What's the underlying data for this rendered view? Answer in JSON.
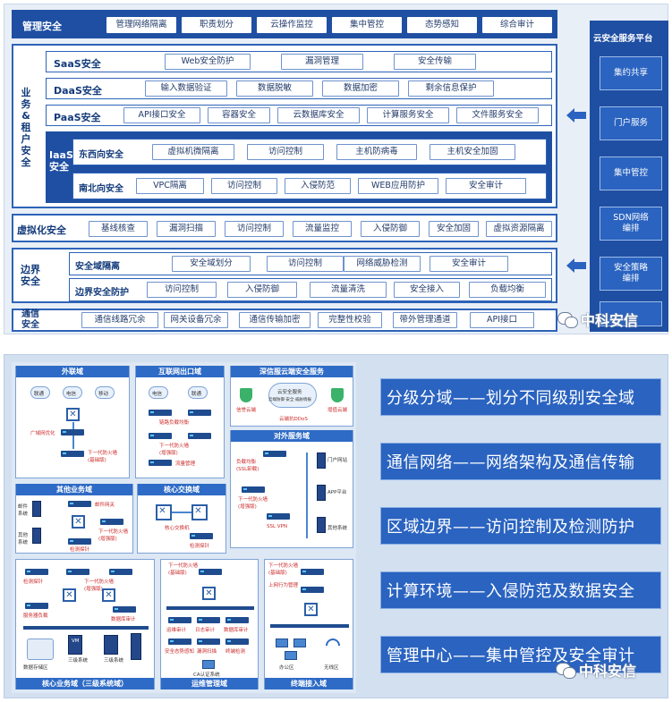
{
  "panel1": {
    "management": {
      "label": "管理安全",
      "items": [
        "管理网络隔离",
        "职责划分",
        "云操作监控",
        "集中管控",
        "态势感知",
        "综合审计"
      ]
    },
    "business": {
      "label": "业\n务\n&\n租\n户\n安\n全",
      "saas": {
        "label": "SaaS安全",
        "items": [
          "Web安全防护",
          "漏洞管理",
          "安全传输"
        ]
      },
      "daas": {
        "label": "DaaS安全",
        "items": [
          "输入数据验证",
          "数据脱敏",
          "数据加密",
          "剩余信息保护"
        ]
      },
      "paas": {
        "label": "PaaS安全",
        "items": [
          "API接口安全",
          "容器安全",
          "云数据库安全",
          "计算服务安全",
          "文件服务安全"
        ]
      },
      "iaas": {
        "label": "IaaS\n安全",
        "east_west": {
          "label": "东西向安全",
          "items": [
            "虚拟机微隔离",
            "访问控制",
            "主机防病毒",
            "主机安全加固"
          ]
        },
        "north_south": {
          "label": "南北向安全",
          "items": [
            "VPC隔离",
            "访问控制",
            "入侵防范",
            "WEB应用防护",
            "安全审计"
          ]
        }
      }
    },
    "virtualization": {
      "label": "虚拟化安全",
      "items": [
        "基线核查",
        "漏洞扫描",
        "访问控制",
        "流量监控",
        "入侵防御",
        "安全加固",
        "虚拟资源隔离"
      ]
    },
    "boundary": {
      "label": "边界\n安全",
      "isolation": {
        "label": "安全域隔离",
        "items": [
          "安全域划分",
          "访问控制",
          "网络威胁检测",
          "安全审计"
        ]
      },
      "protection": {
        "label": "边界安全防护",
        "items": [
          "访问控制",
          "入侵防御",
          "流量清洗",
          "安全接入",
          "负载均衡"
        ]
      }
    },
    "communication": {
      "label": "通信\n安全",
      "items": [
        "通信线路冗余",
        "网关设备冗余",
        "通信传输加密",
        "完整性校验",
        "带外管理通道",
        "API接口"
      ]
    },
    "platform": {
      "title": "云安全服务平台",
      "items": [
        "集约共享",
        "门户服务",
        "集中管控",
        "SDN网络\n编排",
        "安全策略\n编排"
      ]
    }
  },
  "panel2": {
    "zones": {
      "extranet": "外联域",
      "internet_exit": "互联网出口域",
      "trusted_cloud": "深信服云端安全服务",
      "external_service": "对外服务域",
      "other_business": "其他业务域",
      "core_exchange": "核心交换域",
      "core_business": "核心业务域（三级系统域）",
      "ops_management": "运维管理域",
      "terminal_access": "终端接入域"
    },
    "device_labels": {
      "ext_clouds": [
        "联通",
        "电信",
        "移动"
      ],
      "inet_clouds": [
        "电信",
        "联通"
      ],
      "cloud_center": "云安全服务",
      "cloud_sub": "云端防御·安全·威胁情报",
      "cloud_left": "信誉云端",
      "cloud_right": "增值云端",
      "cloud_ddos": "云端抗DDoS",
      "ext_wan": "广域网优化",
      "ext_fw": "下一代防火墙\n(基础版)",
      "inet_lb": "链路负载均衡",
      "inet_fw": "下一代防火墙\n(增强版)",
      "inet_flow": "流量管理",
      "svc_lb": "负载均衡\n(SSL卸载)",
      "svc_fw": "下一代防火墙\n(增强版)",
      "svc_vpn": "SSL VPN",
      "svc_portal": "门户网站",
      "svc_app": "APP平台",
      "svc_other": "其他系统",
      "ob_mail": "邮件\n系统",
      "ob_other": "其他\n系统",
      "ob_gw": "邮件网关",
      "ob_fw": "下一代防火墙\n(增强版)",
      "ob_detect": "检测探针",
      "core_switch": "核心交换机",
      "core_detect": "检测探针",
      "cb_detect": "检测探针",
      "cb_fw": "下一代防火墙\n(增强版)",
      "cb_balance": "服务器负载",
      "cb_audit": "数据库审计",
      "cb_vm": "VM",
      "cb_sys": "三级系统",
      "cb_storage": "数据存储区",
      "ops_fw": "下一代防火墙\n(基础版)",
      "ops_devices": [
        "运维审计",
        "日志审计",
        "数据库审计",
        "安全态势感知",
        "漏洞扫描",
        "终端检测"
      ],
      "ops_ca": "CA认证系统",
      "ta_fw": "下一代防火墙\n(基础版)",
      "ta_behavior": "上网行为管理",
      "ta_office": "办公区",
      "ta_wireless": "无线区"
    },
    "principles": [
      "分级分域——划分不同级别安全域",
      "通信网络——网络架构及通信传输",
      "区域边界——访问控制及检测防护",
      "计算环境——入侵防范及数据安全",
      "管理中心——集中管控及安全审计"
    ]
  },
  "watermark": "中科安信",
  "colors": {
    "primary_blue": "#2a63c0",
    "dark_blue": "#1f4fa3",
    "panel_bg": "#e9eff7"
  }
}
